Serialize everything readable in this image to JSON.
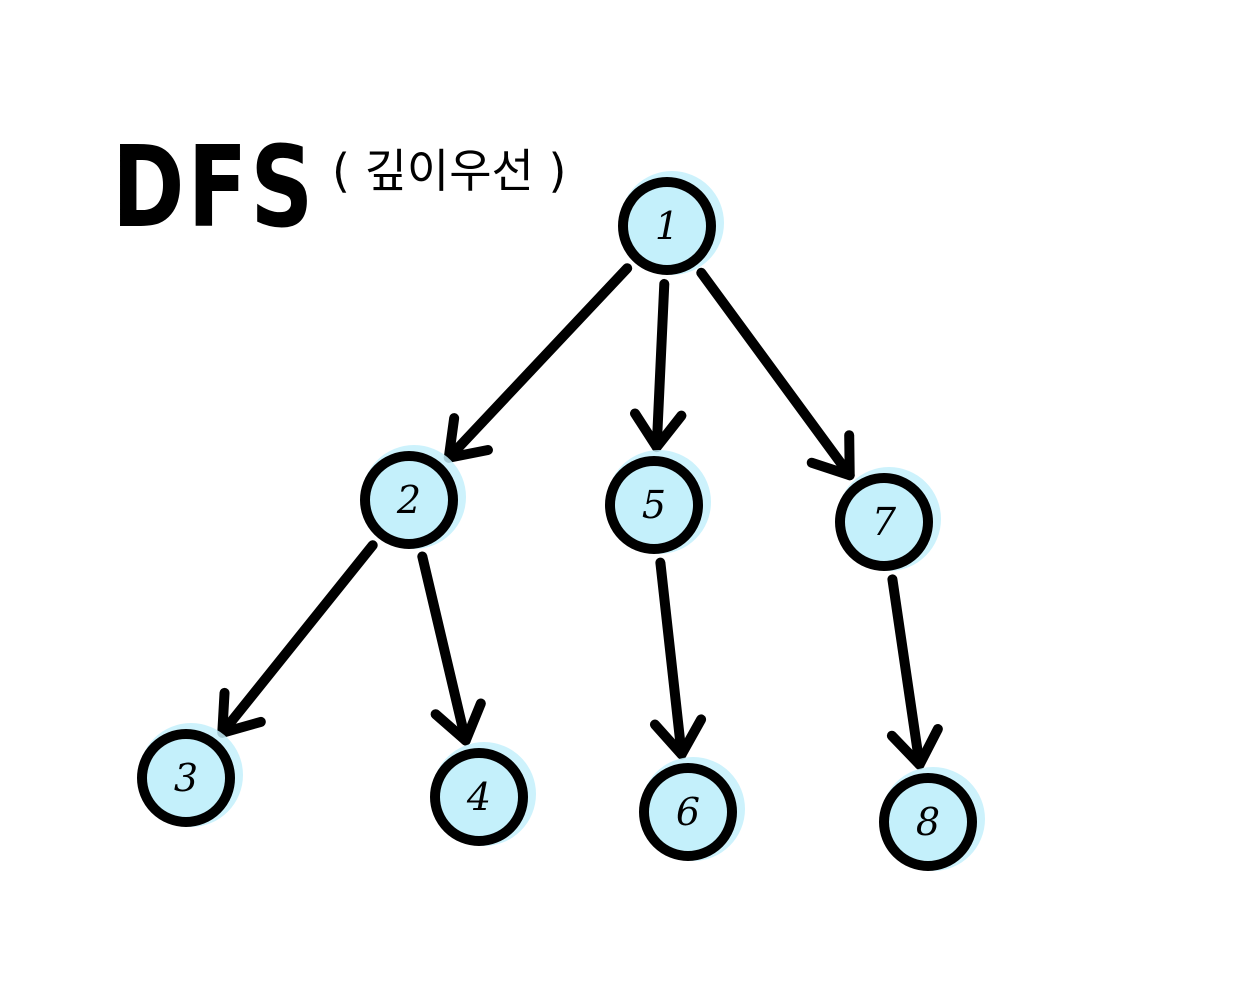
{
  "title": "DFS",
  "subtitle": "( 깊이우선 )",
  "colors": {
    "node_fill": "#c4f0fb",
    "node_stroke": "#000000",
    "halo": "#c4f0fb"
  },
  "nodes": [
    {
      "id": "n1",
      "label": "1"
    },
    {
      "id": "n2",
      "label": "2"
    },
    {
      "id": "n5",
      "label": "5"
    },
    {
      "id": "n7",
      "label": "7"
    },
    {
      "id": "n3",
      "label": "3"
    },
    {
      "id": "n4",
      "label": "4"
    },
    {
      "id": "n6",
      "label": "6"
    },
    {
      "id": "n8",
      "label": "8"
    }
  ],
  "edges": [
    {
      "from": "n1",
      "to": "n2"
    },
    {
      "from": "n1",
      "to": "n5"
    },
    {
      "from": "n1",
      "to": "n7"
    },
    {
      "from": "n2",
      "to": "n3"
    },
    {
      "from": "n2",
      "to": "n4"
    },
    {
      "from": "n5",
      "to": "n6"
    },
    {
      "from": "n7",
      "to": "n8"
    }
  ]
}
